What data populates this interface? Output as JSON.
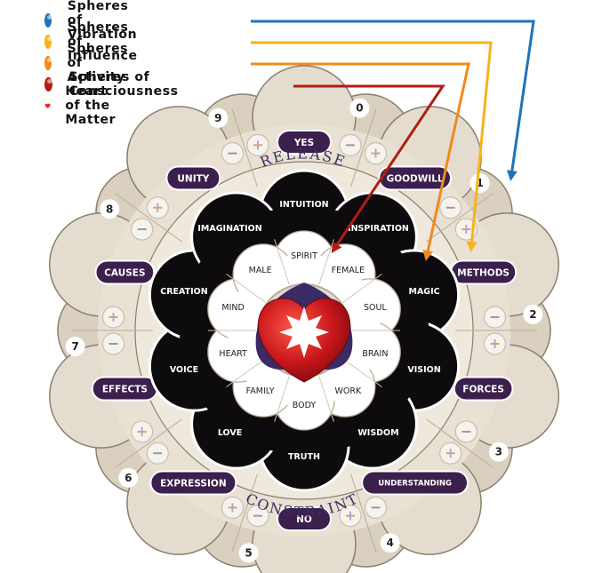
{
  "legend": [
    {
      "label": "Spheres of Vibration",
      "color": "#1f73b8"
    },
    {
      "label": "Spheres of Influence",
      "color": "#f7b21a"
    },
    {
      "label": "Spheres of Activity",
      "color": "#f08a1c"
    },
    {
      "label": "Spheres of Consciousness",
      "color": "#b11d12"
    },
    {
      "label": "Heart of the Matter",
      "color": "#e6261f"
    }
  ],
  "outer_ring": {
    "top_label": "RELEASE",
    "bottom_label": "CONSTRAINT",
    "spheres": [
      "YES",
      "GOODWILL",
      "METHODS",
      "FORCES",
      "UNDERSTANDING",
      "NO",
      "EXPRESSION",
      "EFFECTS",
      "CAUSES",
      "UNITY"
    ],
    "numbers": [
      "0",
      "1",
      "2",
      "3",
      "4",
      "5",
      "6",
      "7",
      "8",
      "9"
    ]
  },
  "activity_ring": [
    "INTUITION",
    "INSPIRATION",
    "MAGIC",
    "VISION",
    "WISDOM",
    "TRUTH",
    "LOVE",
    "VOICE",
    "CREATION",
    "IMAGINATION"
  ],
  "consciousness_ring": [
    "SPIRIT",
    "FEMALE",
    "SOUL",
    "BRAIN",
    "WORK",
    "BODY",
    "FAMILY",
    "HEART",
    "MIND",
    "MALE"
  ],
  "colors": {
    "ring_beige": "#d9d0c0",
    "ring_border": "#8a7f6d",
    "activity_black": "#0d0b0e",
    "pill_purple": "#3b1f4d",
    "heart_red": "#c8161b",
    "core_purple": "#3b2a63"
  }
}
